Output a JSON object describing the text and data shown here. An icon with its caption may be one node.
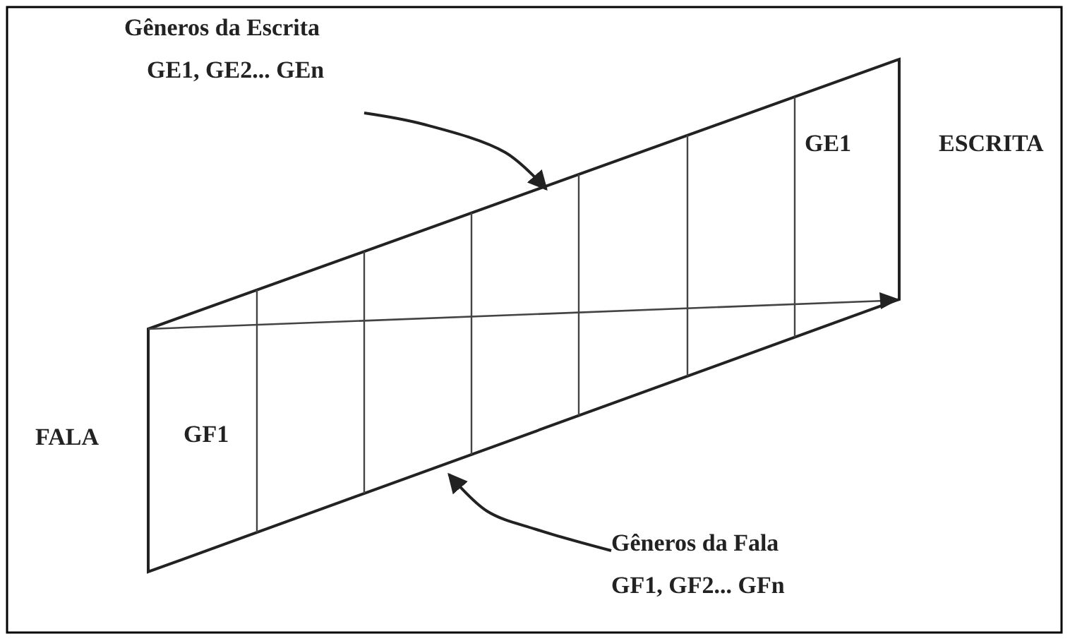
{
  "diagram": {
    "nodes": [
      {
        "text": [
          "Gêneros da Escrita",
          "GE1, GE2... GEn"
        ]
      },
      {
        "text": [
          "GE1",
          "GF1"
        ]
      },
      {
        "text": [
          "Gêneros da Fala",
          "GF1, GF2... GFn"
        ]
      }
    ],
    "edges": [
      {
        "from": 0,
        "to": 1,
        "arrow": "to"
      },
      {
        "from": 2,
        "to": 1,
        "arrow": "to"
      }
    ],
    "labels": [
      "ESCRITA",
      "FALA"
    ]
  }
}
